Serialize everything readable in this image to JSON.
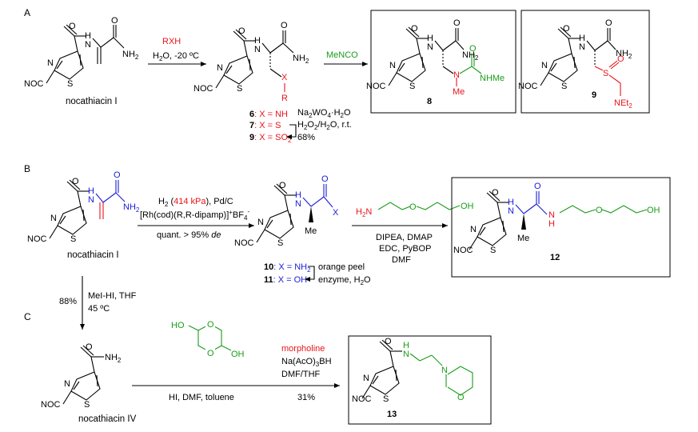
{
  "sections": {
    "a": "A",
    "b": "B",
    "c": "C"
  },
  "colors": {
    "red": "#e8141b",
    "green": "#1a9c1a",
    "blue": "#1b1bd9",
    "black": "#000000"
  },
  "atoms": {
    "o": "O",
    "h": "H",
    "n": "N",
    "s": "S",
    "nh": "N",
    "nh2": "NH",
    "nh2_sub": "2",
    "noc": "NOC",
    "x": "X",
    "r": "R",
    "me": "Me",
    "nhme": "NHMe",
    "oh": "OH",
    "net": "NEt",
    "net_sub": "2",
    "x_blue": "X"
  },
  "section_a": {
    "start_name": "nocathiacin I",
    "reagent_top": "RXH",
    "reagent_bottom_1": "H",
    "reagent_bottom_2": "O, -20 ºC",
    "reagent_bottom_sub": "2",
    "reagent_2": "MeNCO",
    "label_6_num": "6",
    "label_6_text": ": X = NH",
    "label_7_num": "7",
    "label_7_text": ": X = S",
    "label_9_num": "9",
    "label_9_text": ": X = SO",
    "label_9_sub": "2",
    "ox_line1": "Na",
    "ox_line1b": "WO",
    "ox_line1c": "·H",
    "ox_line1d": "O",
    "ox_line2": "H",
    "ox_line2b": "O",
    "ox_line2c": "/H",
    "ox_line2d": "O, r.t.",
    "ox_yield": "68%",
    "sub_2": "2",
    "sub_4": "4",
    "compound_8": "8",
    "compound_9": "9"
  },
  "section_b": {
    "start_name": "nocathiacin I",
    "cond_1a": "H",
    "cond_1b": " (",
    "cond_1c": "414 kPa",
    "cond_1d": "), Pd/C",
    "cond_2": "[Rh(cod)(R,R-dipamp)]",
    "cond_2_sup": "+",
    "cond_2_bf": "BF",
    "cond_2_bf_sub": "4",
    "cond_2_bf_sup": "-",
    "cond_3a": "quant. > 95% ",
    "cond_3b": "de",
    "amine": "H",
    "amine_n": "N",
    "amine_sub": "2",
    "coupling_1": "DIPEA, DMAP",
    "coupling_2": "EDC, PyBOP",
    "coupling_3": "DMF",
    "label_10_num": "10",
    "label_10_text": ": X = NH",
    "label_10_sub": "2",
    "label_11_num": "11",
    "label_11_text": ": X = OH",
    "enzyme_1": "orange peel",
    "enzyme_2": "enzyme, H",
    "enzyme_2b": "O",
    "compound_12": "12"
  },
  "section_c": {
    "yield_down": "88%",
    "cond_down_1": "MeI-HI, THF",
    "cond_down_2": "45 ºC",
    "product_name": "nocathiacin IV",
    "reagent_red": "morpholine",
    "reagent_2": "Na(AcO)",
    "reagent_2_sub": "3",
    "reagent_2b": "BH",
    "reagent_3": "DMF/THF",
    "cond_bottom": "HI, DMF, toluene",
    "yield": "31%",
    "ho": "HO",
    "oh": "OH",
    "compound_13": "13"
  }
}
